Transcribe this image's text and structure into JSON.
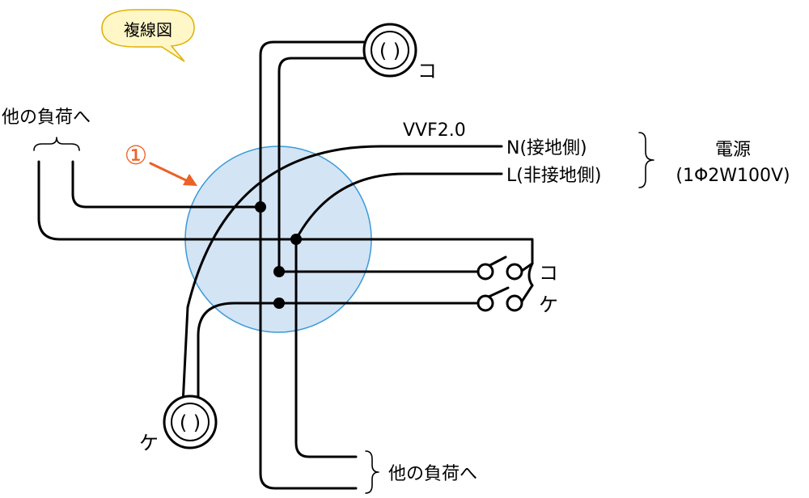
{
  "badge": {
    "label": "複線図",
    "fill": "#fff7c8",
    "stroke": "#e0b000"
  },
  "junction": {
    "marker": "①",
    "fill": "#d3e4f5",
    "stroke": "#3a9ad9",
    "marker_color": "#ec6125"
  },
  "cable_label": "VVF2.0",
  "source": {
    "neutral": "N(接地側)",
    "live": "L(非接地側)",
    "title": "電源",
    "spec": "(1Φ2W100V)"
  },
  "loads": {
    "top_left": "他の負荷へ",
    "bottom_right": "他の負荷へ"
  },
  "devices": {
    "lamp_ko": "コ",
    "lamp_ke": "ケ",
    "switch_ko": "コ",
    "switch_ke": "ケ"
  },
  "lamp_glyph": "( )"
}
